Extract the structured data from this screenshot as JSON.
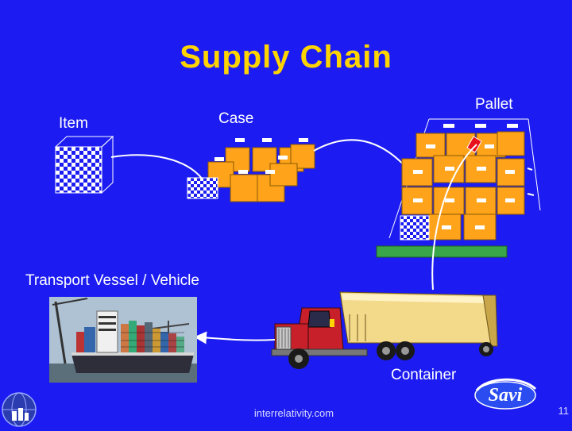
{
  "slide": {
    "title": "Supply Chain",
    "footer_text": "interrelativity.com",
    "page_number": "11"
  },
  "labels": {
    "item": "Item",
    "case": "Case",
    "pallet": "Pallet",
    "transport": "Transport Vessel / Vehicle",
    "container": "Container"
  },
  "logos": {
    "savi": "Savi"
  },
  "colors": {
    "background": "#1c1cf2",
    "title": "#ffd400",
    "box_fill": "#ffa31a",
    "tag": "#ffffff",
    "pallet_base": "#3aa64a",
    "connector": "#ffffff"
  }
}
